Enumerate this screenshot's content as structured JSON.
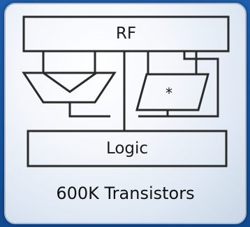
{
  "diagram": {
    "register_file_label": "RF",
    "alu_label": "",
    "multiplier_label": "*",
    "logic_label": "Logic",
    "caption": "600K Transistors"
  }
}
